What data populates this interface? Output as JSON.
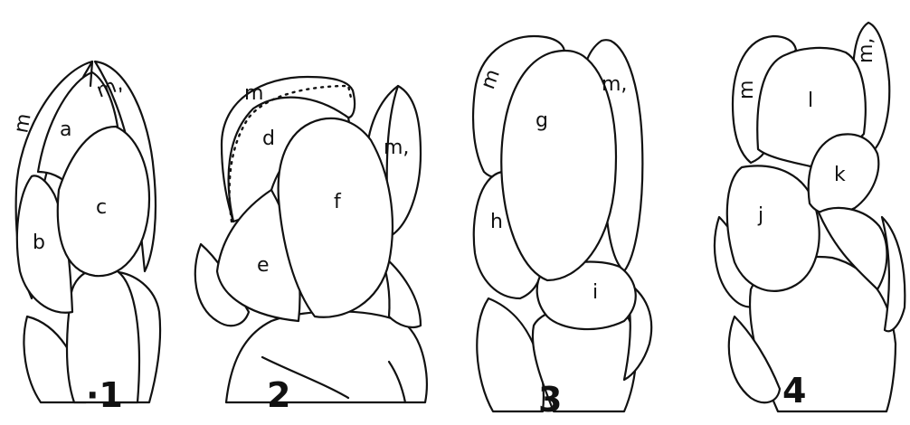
{
  "figures": [
    {
      "number": "·1",
      "labels": {
        "m": "m",
        "m1": "m,",
        "a": "a",
        "b": "b",
        "c": "c"
      }
    },
    {
      "number": "2",
      "labels": {
        "m": "m",
        "m1": "m,",
        "d": "d",
        "e": "e",
        "f": "f"
      }
    },
    {
      "number": "3",
      "labels": {
        "m": "m",
        "m1": "m,",
        "g": "g",
        "h": "h",
        "i": "i"
      }
    },
    {
      "number": "4",
      "labels": {
        "m": "m",
        "m1": "m,",
        "j": "j",
        "k": "k",
        "l": "l"
      }
    }
  ]
}
